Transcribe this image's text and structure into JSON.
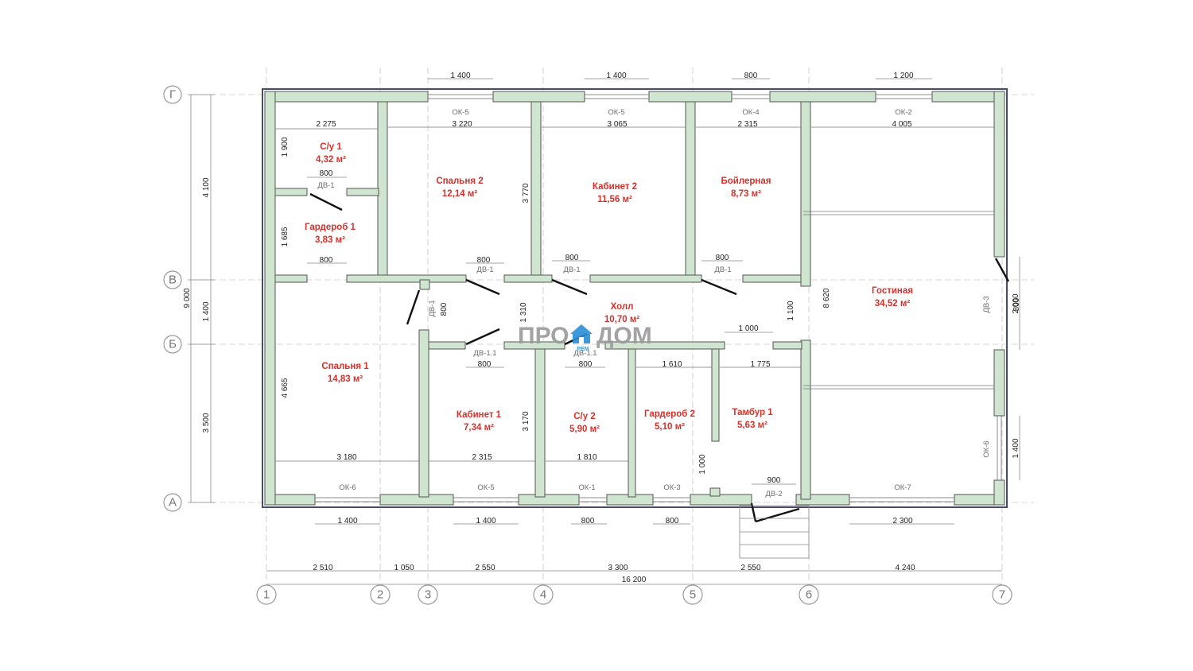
{
  "axes": {
    "vertical": [
      "1",
      "2",
      "3",
      "4",
      "5",
      "6",
      "7"
    ],
    "horizontal": [
      "Г",
      "В",
      "Б",
      "А"
    ]
  },
  "rooms": [
    {
      "name": "С/у 1",
      "area": "4,32 м²"
    },
    {
      "name": "Гардероб 1",
      "area": "3,83 м²"
    },
    {
      "name": "Спальня 2",
      "area": "12,14 м²"
    },
    {
      "name": "Кабинет 2",
      "area": "11,56 м²"
    },
    {
      "name": "Бойлерная",
      "area": "8,73 м²"
    },
    {
      "name": "Гостиная",
      "area": "34,52 м²"
    },
    {
      "name": "Холл",
      "area": "10,70 м²"
    },
    {
      "name": "Спальня 1",
      "area": "14,83 м²"
    },
    {
      "name": "Кабинет 1",
      "area": "7,34 м²"
    },
    {
      "name": "С/у 2",
      "area": "5,90 м²"
    },
    {
      "name": "Гардероб 2",
      "area": "5,10 м²"
    },
    {
      "name": "Тамбур 1",
      "area": "5,63 м²"
    }
  ],
  "bottom_dims": [
    "2 510",
    "1 050",
    "2 550",
    "3 300",
    "2 550",
    "4 240"
  ],
  "total_width": "16 200",
  "left_dims": [
    "4 100",
    "1 400",
    "3 500"
  ],
  "total_height": "9 000",
  "window_top_dims": [
    "1 400",
    "1 400",
    "800",
    "1 200"
  ],
  "window_bottom_dims": [
    "1 400",
    "1 400",
    "800",
    "800",
    "2 300"
  ],
  "window_right_dims": [
    "2 000",
    "1 400"
  ],
  "window_labels": [
    "ОК-5",
    "ОК-5",
    "ОК-4",
    "ОК-2",
    "ОК-6",
    "ОК-5",
    "ОК-1",
    "ОК-3",
    "ОК-7",
    "ОК-6"
  ],
  "door_labels": [
    "ДВ-1",
    "ДВ-1",
    "ДВ-1",
    "ДВ-1",
    "ДВ-1",
    "ДВ-1.1",
    "ДВ-1.1",
    "ДВ-2",
    "ДВ-3"
  ],
  "door_widths": [
    "800",
    "800",
    "800",
    "800",
    "800",
    "800",
    "800",
    "800",
    "800",
    "1 000",
    "900"
  ],
  "room_widths": [
    "2 275",
    "3 220",
    "3 065",
    "2 315",
    "4 005",
    "3 180",
    "2 315",
    "1 810",
    "1 610",
    "1 775"
  ],
  "room_heights": [
    "1 900",
    "1 685",
    "3 770",
    "4 665",
    "3 170",
    "1 310",
    "1 100",
    "8 620",
    "1 000"
  ],
  "logo": {
    "text_left": "ПРО",
    "text_right": "ДОМ",
    "sub": "РЕМ"
  }
}
